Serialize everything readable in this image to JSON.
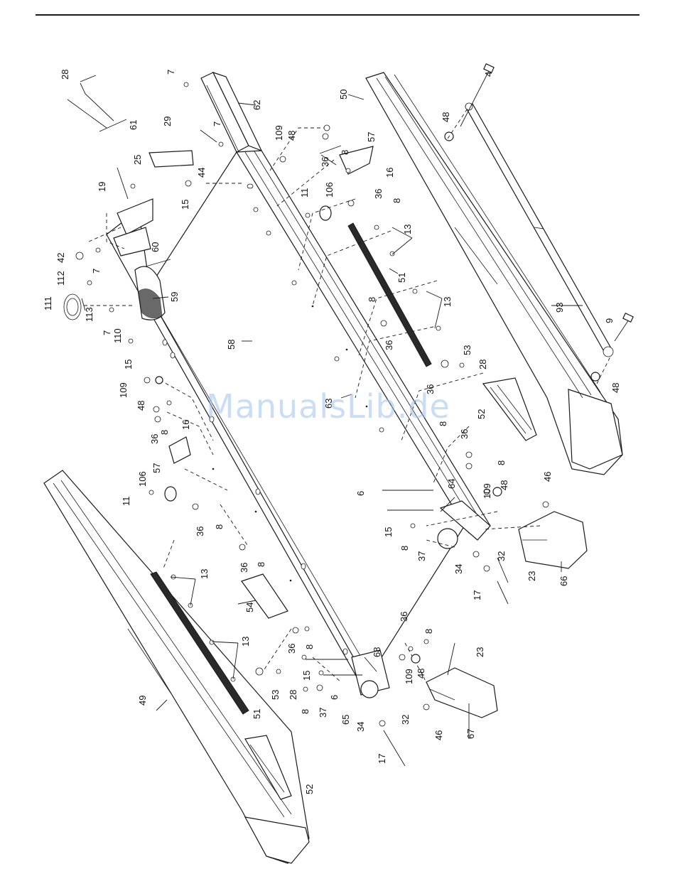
{
  "watermark": "ManualsLib.de",
  "accent_color": "#9fc2ec",
  "callouts": [
    {
      "n": "28"
    },
    {
      "n": "61"
    },
    {
      "n": "7"
    },
    {
      "n": "62"
    },
    {
      "n": "29"
    },
    {
      "n": "7"
    },
    {
      "n": "25"
    },
    {
      "n": "19"
    },
    {
      "n": "44"
    },
    {
      "n": "15"
    },
    {
      "n": "109"
    },
    {
      "n": "48"
    },
    {
      "n": "36"
    },
    {
      "n": "8"
    },
    {
      "n": "57"
    },
    {
      "n": "16"
    },
    {
      "n": "11"
    },
    {
      "n": "106"
    },
    {
      "n": "36"
    },
    {
      "n": "8"
    },
    {
      "n": "50"
    },
    {
      "n": "4"
    },
    {
      "n": "48"
    },
    {
      "n": "13"
    },
    {
      "n": "51"
    },
    {
      "n": "13"
    },
    {
      "n": "8"
    },
    {
      "n": "36"
    },
    {
      "n": "53"
    },
    {
      "n": "28"
    },
    {
      "n": "93"
    },
    {
      "n": "9"
    },
    {
      "n": "48"
    },
    {
      "n": "42"
    },
    {
      "n": "112"
    },
    {
      "n": "7"
    },
    {
      "n": "60"
    },
    {
      "n": "111"
    },
    {
      "n": "113"
    },
    {
      "n": "59"
    },
    {
      "n": "7"
    },
    {
      "n": "110"
    },
    {
      "n": "58"
    },
    {
      "n": "15"
    },
    {
      "n": "109"
    },
    {
      "n": "48"
    },
    {
      "n": "36"
    },
    {
      "n": "8"
    },
    {
      "n": "16"
    },
    {
      "n": "57"
    },
    {
      "n": "63"
    },
    {
      "n": "36"
    },
    {
      "n": "8"
    },
    {
      "n": "52"
    },
    {
      "n": "36"
    },
    {
      "n": "8"
    },
    {
      "n": "6"
    },
    {
      "n": "64"
    },
    {
      "n": "109"
    },
    {
      "n": "48"
    },
    {
      "n": "46"
    },
    {
      "n": "15"
    },
    {
      "n": "8"
    },
    {
      "n": "37"
    },
    {
      "n": "32"
    },
    {
      "n": "34"
    },
    {
      "n": "23"
    },
    {
      "n": "17"
    },
    {
      "n": "66"
    },
    {
      "n": "106"
    },
    {
      "n": "11"
    },
    {
      "n": "36"
    },
    {
      "n": "8"
    },
    {
      "n": "36"
    },
    {
      "n": "8"
    },
    {
      "n": "13"
    },
    {
      "n": "54"
    },
    {
      "n": "13"
    },
    {
      "n": "36"
    },
    {
      "n": "8"
    },
    {
      "n": "49"
    },
    {
      "n": "53"
    },
    {
      "n": "28"
    },
    {
      "n": "15"
    },
    {
      "n": "6"
    },
    {
      "n": "8"
    },
    {
      "n": "37"
    },
    {
      "n": "68"
    },
    {
      "n": "109"
    },
    {
      "n": "48"
    },
    {
      "n": "36"
    },
    {
      "n": "8"
    },
    {
      "n": "23"
    },
    {
      "n": "51"
    },
    {
      "n": "65"
    },
    {
      "n": "34"
    },
    {
      "n": "32"
    },
    {
      "n": "46"
    },
    {
      "n": "67"
    },
    {
      "n": "17"
    },
    {
      "n": "52"
    }
  ]
}
